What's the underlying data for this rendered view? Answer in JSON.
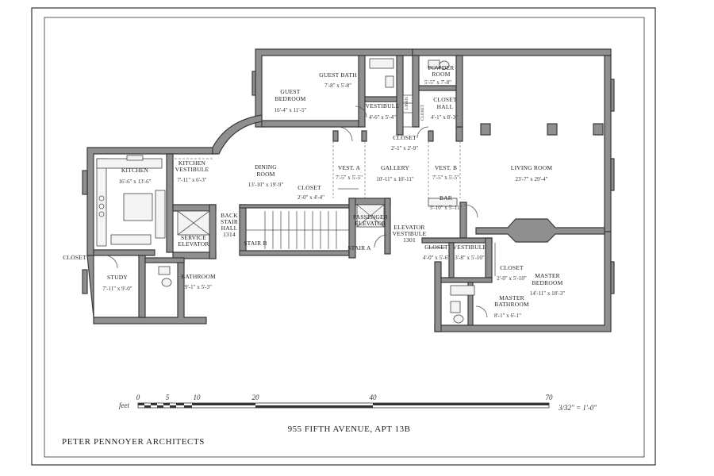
{
  "rooms": [
    {
      "key": "guest_bedroom",
      "name": [
        "GUEST",
        "BEDROOM"
      ],
      "dim": "16'-4\" x 11'-5\""
    },
    {
      "key": "guest_bath",
      "name": [
        "GUEST BATH"
      ],
      "dim": "7'-8\" x 5'-8\""
    },
    {
      "key": "vestibule_guest",
      "name": [
        "VESTIBULE"
      ],
      "dim": "4'-6\" x 5'-4\""
    },
    {
      "key": "powder_room",
      "name": [
        "POWDER",
        "ROOM"
      ],
      "dim": "5'-5\" x 7'-8\""
    },
    {
      "key": "closet_hall",
      "name": [
        "CLOSET",
        "HALL"
      ],
      "dim": "4'-1\" x 8'-3\""
    },
    {
      "key": "closet_gallery",
      "name": [
        "CLOSET"
      ],
      "dim": "2'-1\" x 2'-9\""
    },
    {
      "key": "kitchen",
      "name": [
        "KITCHEN"
      ],
      "dim": "16'-6\" x 13'-6\""
    },
    {
      "key": "kitchen_vestibule",
      "name": [
        "KITCHEN",
        "VESTIBULE"
      ],
      "dim": "7'-11\" x 6'-3\""
    },
    {
      "key": "dining_room",
      "name": [
        "DINING",
        "ROOM"
      ],
      "dim": "13'-10\" x 19'-9\""
    },
    {
      "key": "vest_a",
      "name": [
        "VEST. A"
      ],
      "dim": "7'-5\" x 5'-5\""
    },
    {
      "key": "gallery",
      "name": [
        "GALLERY"
      ],
      "dim": "10'-11\" x 10'-11\""
    },
    {
      "key": "vest_b",
      "name": [
        "VEST. B"
      ],
      "dim": "7'-5\" x 5'-5\""
    },
    {
      "key": "living_room",
      "name": [
        "LIVING ROOM"
      ],
      "dim": "23'-7\" x 29'-4\""
    },
    {
      "key": "closet_dining",
      "name": [
        "CLOSET"
      ],
      "dim": "2'-0\" x 4'-4\""
    },
    {
      "key": "bar",
      "name": [
        "BAR"
      ],
      "dim": "3'-10\" x 5'-11\""
    },
    {
      "key": "back_stair_hall",
      "name": [
        "BACK",
        "STAIR",
        "HALL",
        "1314"
      ],
      "dim": ""
    },
    {
      "key": "service_elevator",
      "name": [
        "SERVICE",
        "ELEVATOR"
      ],
      "dim": ""
    },
    {
      "key": "stair_b",
      "name": [
        "STAIR B"
      ],
      "dim": ""
    },
    {
      "key": "passenger_elevator",
      "name": [
        "PASSENGER",
        "ELEVATOR"
      ],
      "dim": ""
    },
    {
      "key": "elevator_vestibule",
      "name": [
        "ELEVATOR",
        "VESTIBULE",
        "1301"
      ],
      "dim": ""
    },
    {
      "key": "stair_a",
      "name": [
        "STAIR A"
      ],
      "dim": ""
    },
    {
      "key": "closet_master1",
      "name": [
        "CLOSET"
      ],
      "dim": "4'-0\" x 5'-6\""
    },
    {
      "key": "vestibule_master",
      "name": [
        "VESTIBULE"
      ],
      "dim": "3'-8\" x 5'-10\""
    },
    {
      "key": "closet_master2",
      "name": [
        "CLOSET"
      ],
      "dim": "2'-0\" x 5'-10\""
    },
    {
      "key": "master_bedroom",
      "name": [
        "MASTER",
        "BEDROOM"
      ],
      "dim": "14'-11\" x 18'-3\""
    },
    {
      "key": "master_bathroom",
      "name": [
        "MASTER",
        "BATHROOM"
      ],
      "dim": "8'-1\" x 6'-1\""
    },
    {
      "key": "closet_study",
      "name": [
        "CLOSET"
      ],
      "dim": ""
    },
    {
      "key": "study",
      "name": [
        "STUDY"
      ],
      "dim": "7'-11\" x 9'-0\""
    },
    {
      "key": "bathroom",
      "name": [
        "BATHROOM"
      ],
      "dim": "9'-1\" x 5'-3\""
    },
    {
      "key": "linen",
      "name": [
        "LINEN"
      ],
      "dim": ""
    },
    {
      "key": "closet_tiny",
      "name": [
        "CLOSET"
      ],
      "dim": ""
    }
  ],
  "scale": {
    "unit_label": "feet",
    "ticks": [
      "0",
      "5",
      "10",
      "20",
      "40",
      "70"
    ],
    "ratio": "3/32\" = 1'-0\""
  },
  "address": "955 FIFTH AVENUE, APT 13B",
  "firm": "PETER PENNOYER ARCHITECTS"
}
